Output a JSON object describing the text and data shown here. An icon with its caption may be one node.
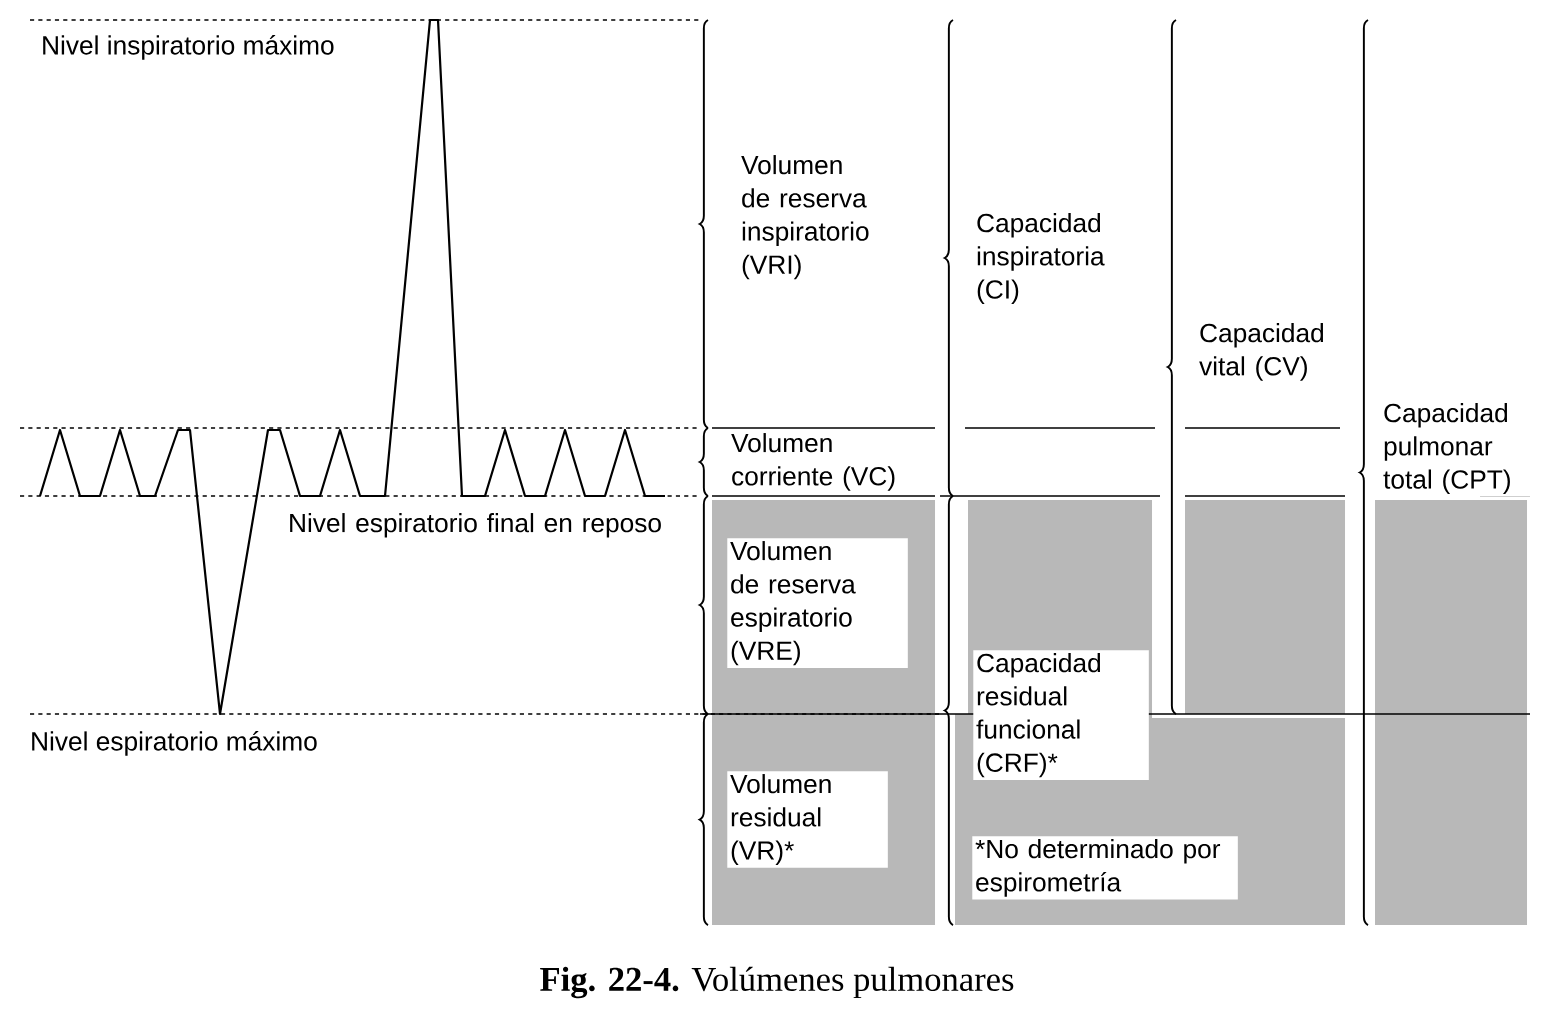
{
  "diagram": {
    "caption": "**Fig. 22-4.** Volúmenes pulmonares",
    "labels": [
      "Nivel inspiratorio máximo",
      "Volumen de reserva inspiratorio (VRI)",
      "Capacidad inspiratoria (CI)",
      "Capacidad vital (CV)",
      "Capacidad pulmonar total (CPT)",
      "Volumen corriente (VC)",
      "Nivel espiratorio final en reposo",
      "Volumen de reserva espiratorio (VRE)",
      "Capacidad residual funcional (CRF)*",
      "Nivel espiratorio máximo",
      "Volumen residual (VR)*",
      "*No determinado por espirometría"
    ]
  }
}
